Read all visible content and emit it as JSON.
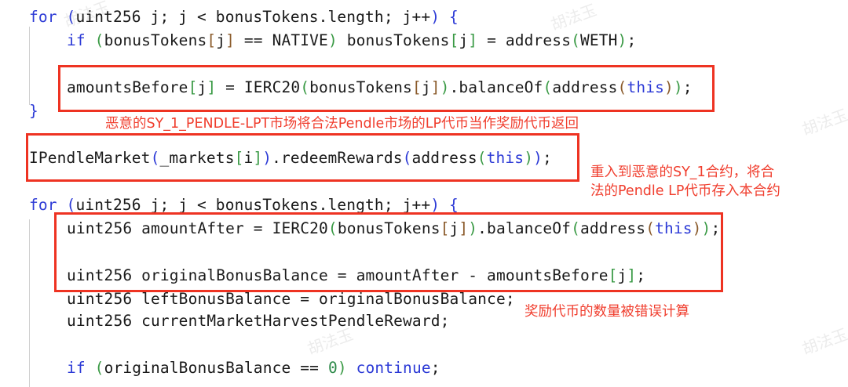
{
  "code": {
    "line1": {
      "kw_for": "for",
      "open": " (",
      "rest": "uint256 j; j < bonusTokens.length; j++",
      "close": ")",
      "brace": " {"
    },
    "line2": {
      "kw_if": "if",
      "open": " (",
      "a": "bonusTokens",
      "b1": "[",
      "j": "j",
      "b2": "]",
      "mid": " == NATIVE",
      "close": ")",
      "rest1": " bonusTokens",
      "b3": "[",
      "j2": "j",
      "b4": "]",
      "rest2": " = address",
      "p1": "(",
      "weth": "WETH",
      "p2": ")",
      "end": ";"
    },
    "line3": {
      "a": "amountsBefore",
      "b1": "[",
      "j": "j",
      "b2": "]",
      "mid": " = IERC20",
      "p1": "(",
      "tok": "bonusTokens",
      "b3": "[",
      "j2": "j",
      "b4": "]",
      "p2": ")",
      "call": ".balanceOf",
      "p3": "(",
      "addr": "address",
      "p4": "(",
      "this": "this",
      "p5": ")",
      "p6": ")",
      "end": ";"
    },
    "line4": {
      "brace": "}"
    },
    "line5": {
      "a": "IPendleMarket",
      "p1": "(",
      "m": "_markets",
      "b1": "[",
      "i": "i",
      "b2": "]",
      "p2": ")",
      "call": ".redeemRewards",
      "p3": "(",
      "addr": "address",
      "p4": "(",
      "this": "this",
      "p5": ")",
      "p6": ")",
      "end": ";"
    },
    "line6": {
      "kw_for": "for",
      "open": " (",
      "rest": "uint256 j; j < bonusTokens.length; j++",
      "close": ")",
      "brace": " {"
    },
    "line7": {
      "a": "uint256 amountAfter = IERC20",
      "p1": "(",
      "tok": "bonusTokens",
      "b1": "[",
      "j": "j",
      "b2": "]",
      "p2": ")",
      "call": ".balanceOf",
      "p3": "(",
      "addr": "address",
      "p4": "(",
      "this": "this",
      "p5": ")",
      "p6": ")",
      "end": ";"
    },
    "line8": {
      "a": "uint256 originalBonusBalance = amountAfter - amountsBefore",
      "b1": "[",
      "j": "j",
      "b2": "]",
      "end": ";"
    },
    "line9": {
      "text": "uint256 leftBonusBalance = originalBonusBalance;"
    },
    "line10": {
      "text": "uint256 currentMarketHarvestPendleReward;"
    },
    "line11": {
      "kw_if": "if",
      "open": " (",
      "a": "originalBonusBalance == ",
      "zero": "0",
      "close": ")",
      "kw_continue": " continue",
      "end": ";"
    }
  },
  "annotations": {
    "note1": "恶意的SY_1_PENDLE-LPT市场将合法Pendle市场的LP代币当作奖励代币返回",
    "note2_line1": "重入到恶意的SY_1合约，将合",
    "note2_line2": "法的Pendle LP代币存入本合约",
    "note3": "奖励代币的数量被错误计算"
  },
  "colors": {
    "keyword": "#2c3ad6",
    "highlight_box": "#ee3322",
    "annotation_text": "#f03e2e"
  }
}
